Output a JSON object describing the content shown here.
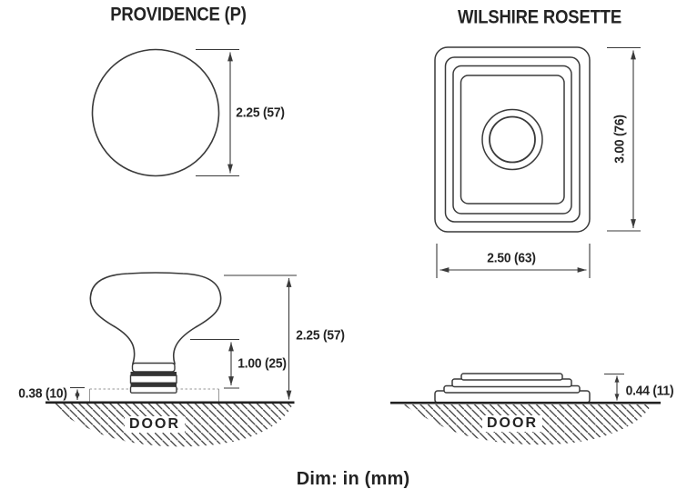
{
  "drawing": {
    "views": {
      "knob_front": {
        "title": "PROVIDENCE (P)",
        "diameter": "2.25 (57)"
      },
      "rosette_front": {
        "title": "WILSHIRE ROSETTE",
        "height": "3.00 (76)",
        "width": "2.50 (63)"
      },
      "knob_side": {
        "overall_projection": "2.25 (57)",
        "stem_projection": "1.00 (25)",
        "base_thickness": "0.38 (10)",
        "surface_label": "DOOR"
      },
      "rosette_side": {
        "projection": "0.44 (11)",
        "surface_label": "DOOR"
      }
    },
    "footer_note": "Dim: in (mm)",
    "colors": {
      "ink": "#232323",
      "line": "#3a3a3a",
      "hatch": "#4d4d4d",
      "background": "#ffffff"
    }
  }
}
